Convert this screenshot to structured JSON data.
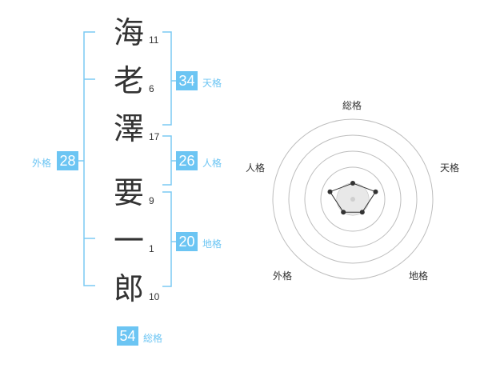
{
  "name": {
    "chars": [
      {
        "char": "海",
        "strokes": "11"
      },
      {
        "char": "老",
        "strokes": "6"
      },
      {
        "char": "澤",
        "strokes": "17"
      },
      {
        "char": "要",
        "strokes": "9"
      },
      {
        "char": "一",
        "strokes": "1"
      },
      {
        "char": "郎",
        "strokes": "10"
      }
    ]
  },
  "fortunes": {
    "tenkaku": {
      "value": "34",
      "label": "天格"
    },
    "jinkaku": {
      "value": "26",
      "label": "人格"
    },
    "chikaku": {
      "value": "20",
      "label": "地格"
    },
    "gaikaku": {
      "value": "28",
      "label": "外格"
    },
    "soukaku": {
      "value": "54",
      "label": "総格"
    }
  },
  "radar": {
    "axes": [
      "総格",
      "天格",
      "地格",
      "外格",
      "人格"
    ],
    "values": [
      0.2,
      0.3,
      0.2,
      0.2,
      0.3
    ]
  },
  "colors": {
    "accent": "#6cc5f3",
    "bracket": "#7ccaf4",
    "text": "#333333",
    "ring": "#bdbdbd"
  }
}
